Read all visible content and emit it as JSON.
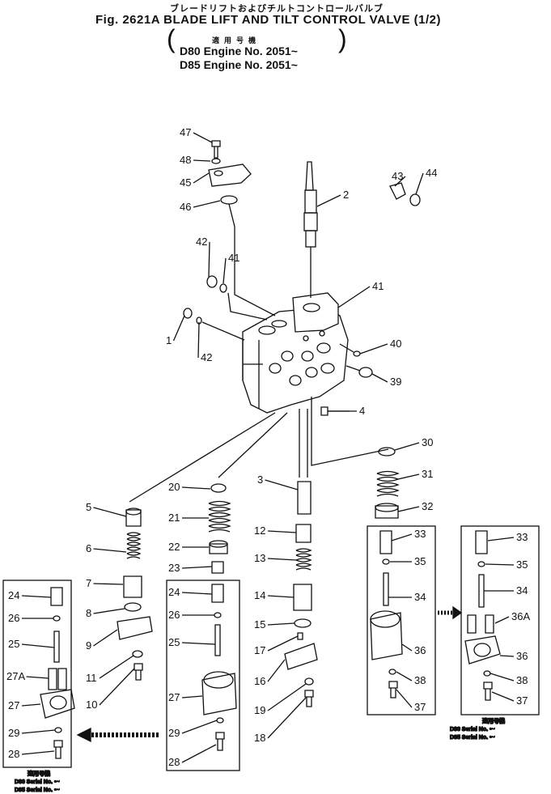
{
  "header": {
    "title_jp": "ブレードリフトおよびチルトコントロールバルブ",
    "title_en": "Fig. 2621A BLADE LIFT AND TILT CONTROL VALVE (1/2)",
    "applicability_jp": "適用号機",
    "engine_d80": "D80 Engine No.  2051~",
    "engine_d85": "D85 Engine No.  2051~"
  },
  "callouts": [
    "47",
    "48",
    "45",
    "46",
    "2",
    "43",
    "44",
    "42",
    "41",
    "1",
    "42",
    "41",
    "40",
    "39",
    "4",
    "30",
    "31",
    "32",
    "3",
    "20",
    "21",
    "22",
    "23",
    "5",
    "6",
    "7",
    "8",
    "9",
    "11",
    "10",
    "12",
    "13",
    "14",
    "15",
    "17",
    "16",
    "19",
    "18",
    "33",
    "35",
    "34",
    "36",
    "38",
    "37",
    "33",
    "35",
    "34",
    "36A",
    "36",
    "38",
    "37",
    "24",
    "26",
    "25",
    "27A",
    "27",
    "29",
    "28",
    "24",
    "26",
    "25",
    "27",
    "29",
    "28"
  ],
  "serial_notes": [
    {
      "heading": "適用号機",
      "line1": "D80 Serial No. •~",
      "line2": "D85 Serial No. •~"
    },
    {
      "heading": "適用号機",
      "line1": "D80 Serial No. •~",
      "line2": "D85 Serial No. •~"
    }
  ]
}
